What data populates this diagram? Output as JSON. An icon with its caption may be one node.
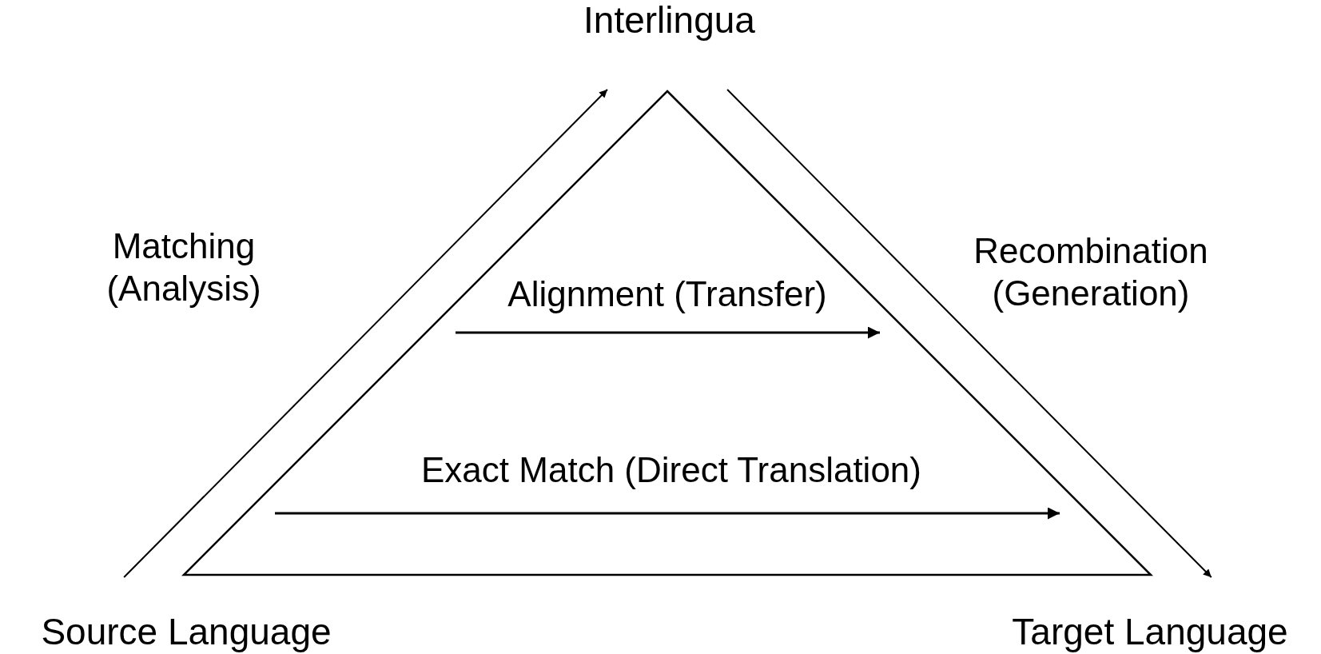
{
  "diagram": {
    "nodes": [
      {
        "text": [
          "Interlingua"
        ]
      },
      {
        "text": [
          "Source Language"
        ]
      },
      {
        "text": [
          "Target Language"
        ]
      }
    ],
    "edges": [
      {
        "from": 1,
        "to": 0,
        "arrow": "to",
        "label": "Matching (Analysis)"
      },
      {
        "from": 0,
        "to": 2,
        "arrow": "to",
        "label": "Recombination (Generation)"
      }
    ],
    "labels": [
      "Alignment (Transfer)",
      "Exact Match (Direct Translation)"
    ]
  }
}
